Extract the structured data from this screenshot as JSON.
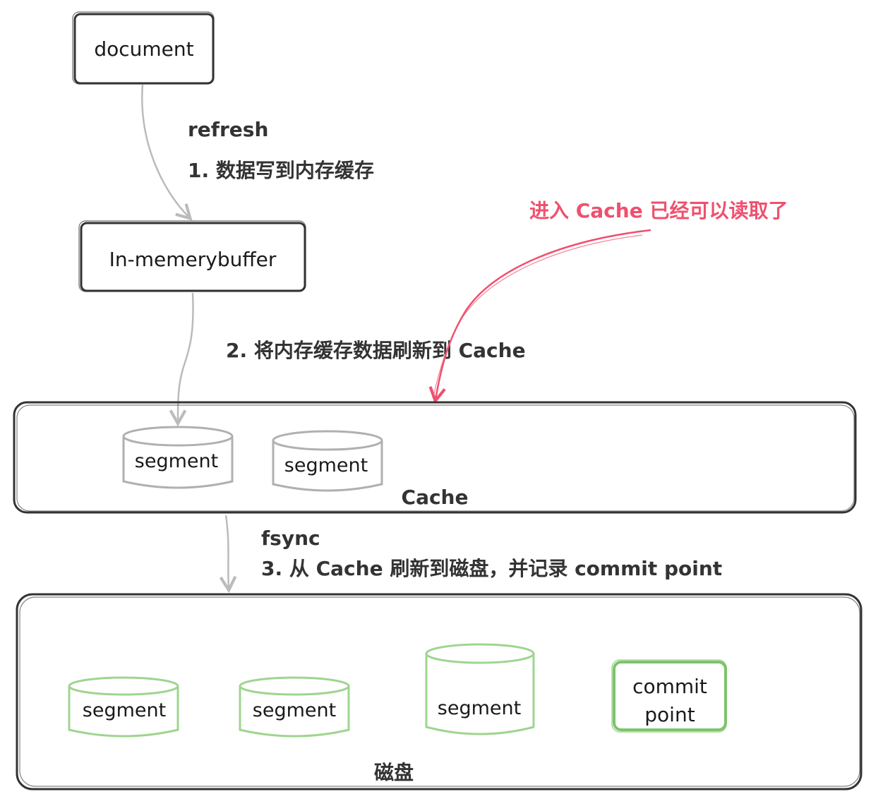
{
  "nodes": {
    "document": "document",
    "buffer": "In-memerybuffer",
    "cache_segments": [
      "segment",
      "segment"
    ],
    "disk_segments": [
      "segment",
      "segment",
      "segment"
    ],
    "commit_point": [
      "commit",
      "point"
    ]
  },
  "containers": {
    "cache": "Cache",
    "disk": "磁盘"
  },
  "steps": {
    "refresh_label": "refresh",
    "step1": "1. 数据写到内存缓存",
    "step2": "2. 将内存缓存数据刷新到 Cache",
    "fsync_label": "fsync",
    "step3": "3. 从 Cache 刷新到磁盘，并记录 commit point"
  },
  "annotation": {
    "readable": "进入 Cache 已经可以读取了"
  },
  "colors": {
    "box_stroke": "#333333",
    "arrow_gray": "#bbbbbb",
    "cache_segment_stroke": "#b0b0b0",
    "disk_segment_stroke": "#9ed58f",
    "commit_point_stroke": "#7cc46a",
    "annotation_red": "#f0506e"
  }
}
